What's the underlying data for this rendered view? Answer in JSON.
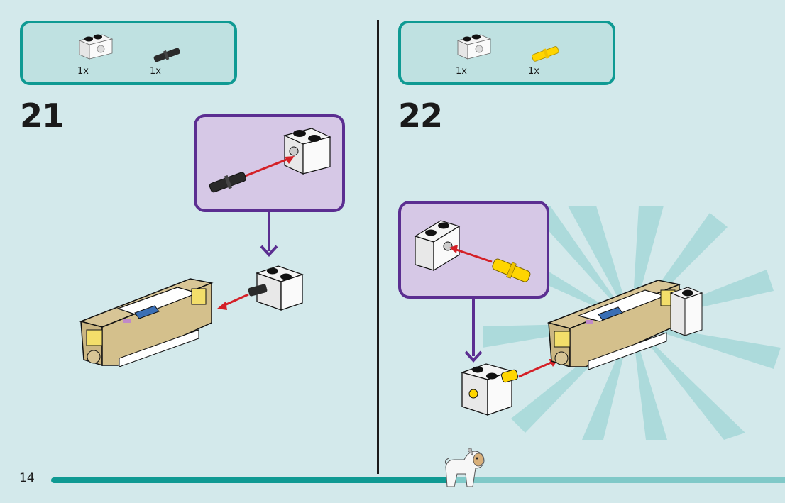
{
  "page": {
    "page_number": "14",
    "colors": {
      "background": "#d3e9eb",
      "parts_box_border": "#0f9a93",
      "parts_box_fill": "#bfe1e1",
      "callout_border": "#5b2e91",
      "callout_fill": "#d6c8e6",
      "arrow_red": "#d42027",
      "progress_dark": "#0f9a93",
      "progress_light": "#80c9c8"
    },
    "progress": {
      "fraction_complete": 0.51
    }
  },
  "steps": [
    {
      "number": "21",
      "parts": [
        {
          "name": "white-technic-brick-1x2-with-hole",
          "qty": "1x"
        },
        {
          "name": "black-technic-pin",
          "qty": "1x"
        }
      ],
      "callout": "insert black pin into white technic brick",
      "main": "attach brick with pin to tan battery assembly"
    },
    {
      "number": "22",
      "parts": [
        {
          "name": "white-technic-brick-1x2-with-hole",
          "qty": "1x"
        },
        {
          "name": "yellow-technic-pin",
          "qty": "1x"
        }
      ],
      "callout": "insert yellow pin into white technic brick",
      "main": "attach brick with yellow pin to other end of assembly"
    }
  ],
  "footer": {
    "mascot": "white puppy figure"
  }
}
